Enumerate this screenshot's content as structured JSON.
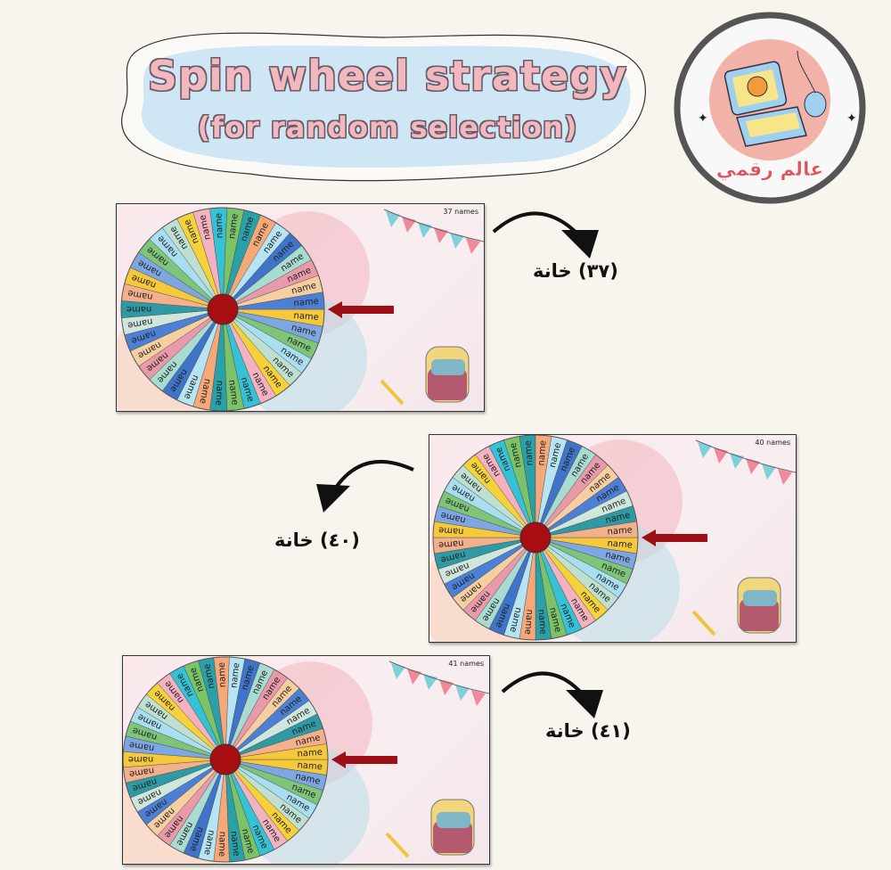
{
  "title": {
    "main": "Spin wheel strategy",
    "sub": "(for random selection)"
  },
  "logo": {
    "text": "عالم رقمي"
  },
  "wheel": {
    "slice_label": "name",
    "center_color": "#a80d12",
    "pointer_color": "#9b1014",
    "palette": [
      "#f6c93c",
      "#7ea6e0",
      "#7ec57a",
      "#a9def0",
      "#bfe0d0",
      "#f6d23a",
      "#f4b1c0",
      "#35c2d6",
      "#7bc269",
      "#2aa0a8",
      "#f6a878",
      "#b6e4f2",
      "#3f74c9",
      "#a8dcd0",
      "#e89aaa",
      "#f6cfa0",
      "#4d80d4",
      "#cfe6dc",
      "#2f9aa4",
      "#f3b08c"
    ]
  },
  "sections": [
    {
      "count_label": "37 names",
      "slices": 37,
      "caption": "(٣٧) خانة",
      "arrow_dir": "right"
    },
    {
      "count_label": "40 names",
      "slices": 40,
      "caption": "(٤٠) خانة",
      "arrow_dir": "left"
    },
    {
      "count_label": "41 names",
      "slices": 41,
      "caption": "(٤١) خانة",
      "arrow_dir": "right"
    }
  ]
}
